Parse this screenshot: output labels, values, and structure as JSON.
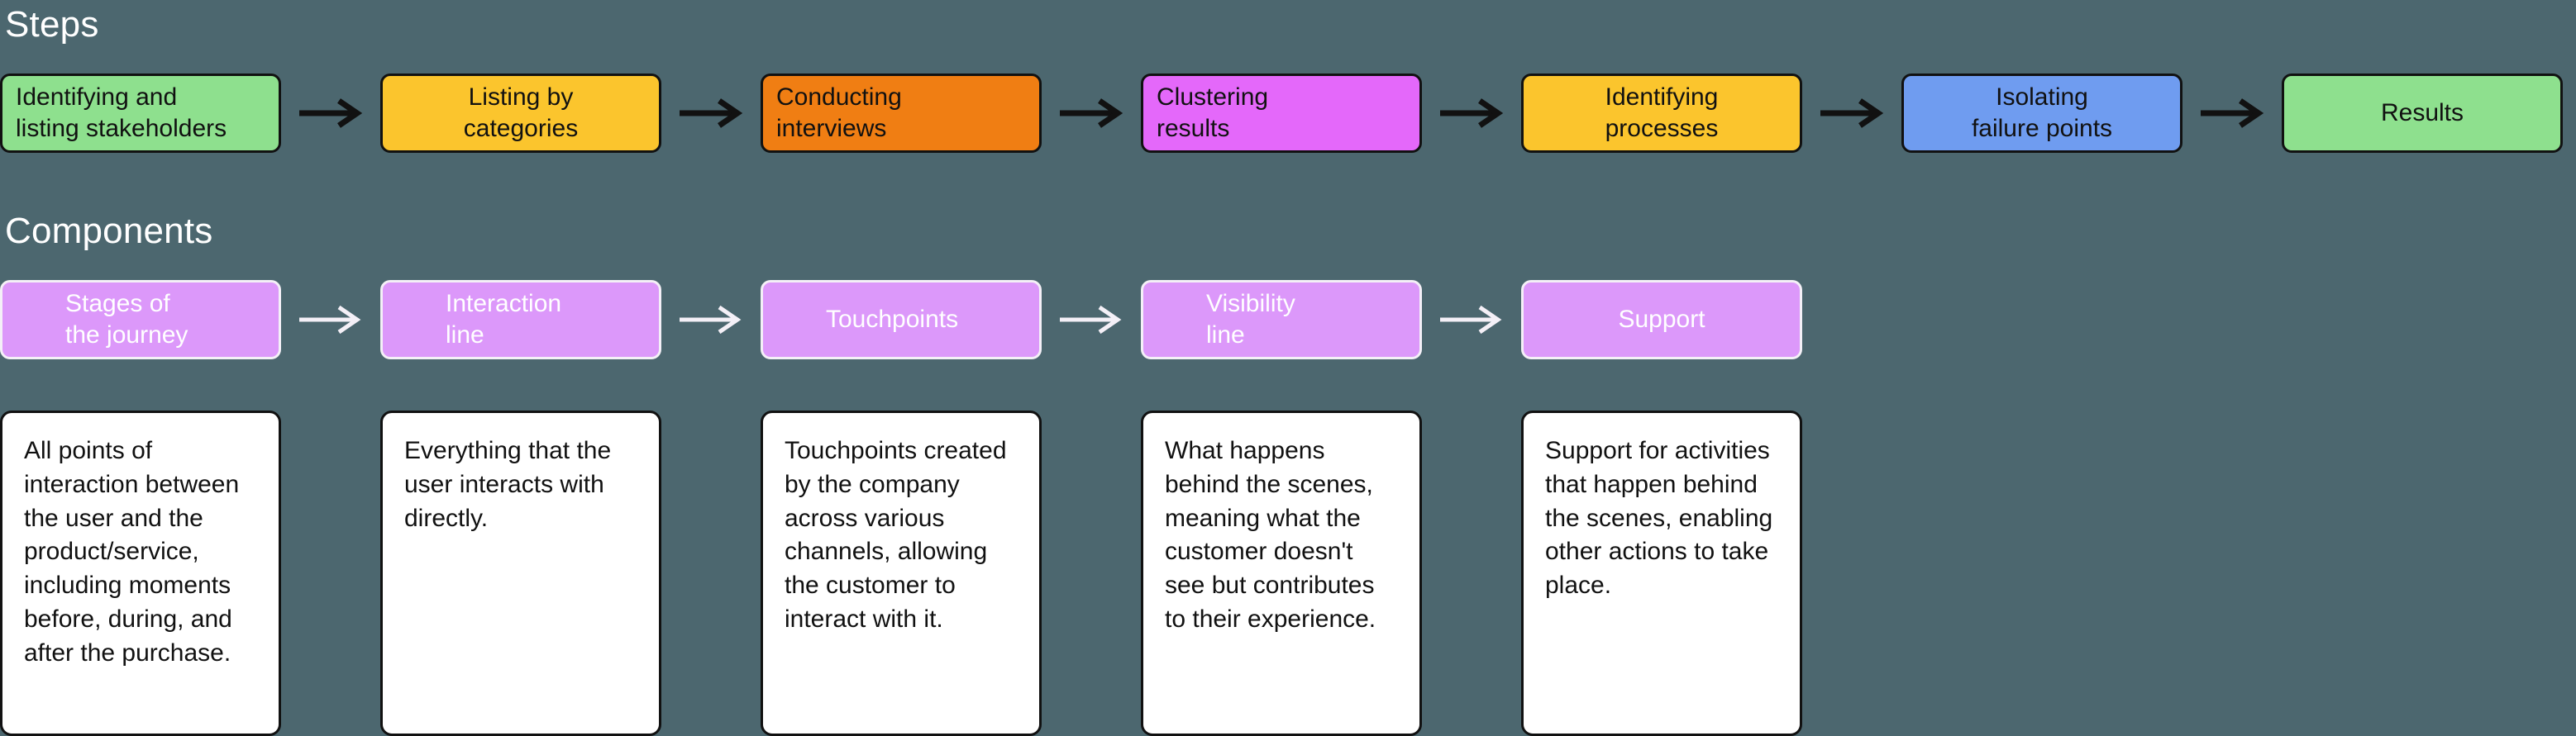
{
  "background_color": "#4c676f",
  "sections": {
    "steps": {
      "title": "Steps",
      "arrow_color": "#111111",
      "items": [
        {
          "label": "Identifying and\nlisting stakeholders",
          "color": "#8ee08e",
          "align": "left"
        },
        {
          "label": "Listing by\ncategories",
          "color": "#fbc52d",
          "align": "center"
        },
        {
          "label": "Conducting\ninterviews",
          "color": "#f07e13",
          "align": "left"
        },
        {
          "label": "Clustering\nresults",
          "color": "#e468fa",
          "align": "left"
        },
        {
          "label": "Identifying\nprocesses",
          "color": "#fbc52d",
          "align": "center"
        },
        {
          "label": "Isolating\nfailure points",
          "color": "#6f9cf0",
          "align": "center"
        },
        {
          "label": "Results",
          "color": "#8ee08e",
          "align": "center"
        }
      ]
    },
    "components": {
      "title": "Components",
      "arrow_color": "#f4f0f7",
      "box_color": "#dc98fa",
      "border_color": "#f4f0f7",
      "text_color": "#ffffff",
      "items": [
        {
          "label": "Stages of\nthe journey",
          "align": "indent",
          "description": "All points of interaction between the user and the product/service, including moments before, during, and after the purchase."
        },
        {
          "label": "Interaction\nline",
          "align": "indent",
          "description": "Everything that the user interacts with directly."
        },
        {
          "label": "Touchpoints",
          "align": "indent",
          "description": "Touchpoints created by the company across various channels, allowing the customer to interact with it."
        },
        {
          "label": "Visibility\nline",
          "align": "indent",
          "description": "What happens behind the scenes, meaning what the customer doesn't see but contributes to their experience."
        },
        {
          "label": "Support",
          "align": "center",
          "description": "Support for activities that happen behind the scenes, enabling other actions to take place."
        }
      ]
    }
  },
  "icons": {
    "arrow": "arrow-right-icon"
  }
}
